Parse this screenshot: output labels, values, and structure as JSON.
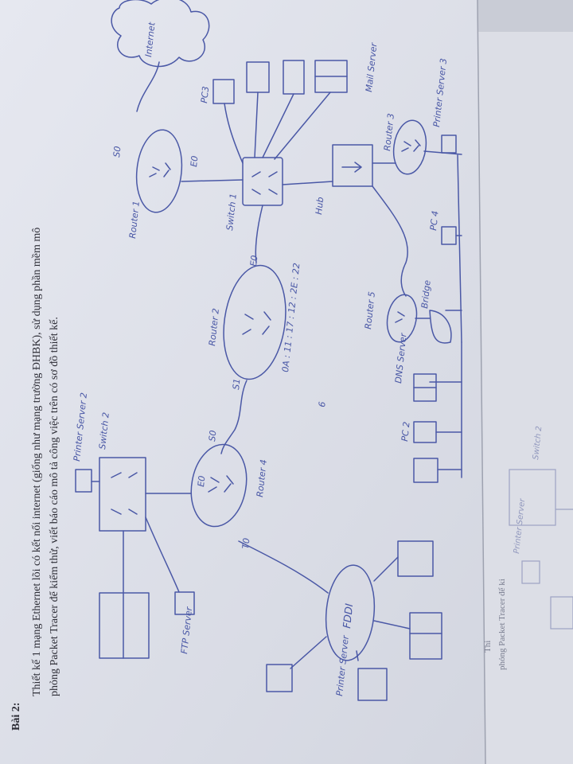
{
  "printed": {
    "heading": "Bài 2:",
    "line1": "Thiết kế 1 mạng Ethernet lõi có kết nối internet (giống như mạng trường ĐHBK), sử dụng phần mềm mô",
    "line2": "phỏng Packet Tracer để kiểm thử, viết báo cáo mô tả công việc trên có sơ đồ thiết kế."
  },
  "labels": {
    "internet": "Internet",
    "mail_server": "Mail Server",
    "printer_server_3": "Printer Server 3",
    "router3": "Router 3",
    "pc3": "PC3",
    "pc4": "PC 4",
    "router1": "Router 1",
    "s0_r1": "S0",
    "e0_r1": "E0",
    "switch1": "Switch 1",
    "hub": "Hub",
    "router2": "Router 2",
    "e0_r2": "E0",
    "s1_r2": "S1",
    "mac": "0A : 11 : 17 : 12 : 2E : 22",
    "router5": "Router 5",
    "bridge": "Bridge",
    "dns_server": "DNS Server",
    "pc2": "PC 2",
    "six": "6",
    "router4": "Router 4",
    "s0_r4": "S0",
    "e0_r4": "E0",
    "t0_r4": "T0",
    "switch2": "Switch 2",
    "printer_server_2": "Printer Server 2",
    "ftp_server": "FTP Server",
    "fddi": "FDDI",
    "printer_server": "Printer Server"
  },
  "bleed": {
    "printer_server": "Printer Server",
    "switch2": "Switch 2",
    "packet_tracer": "phỏng Packet Tracer để ki",
    "fragment": "Thi"
  }
}
